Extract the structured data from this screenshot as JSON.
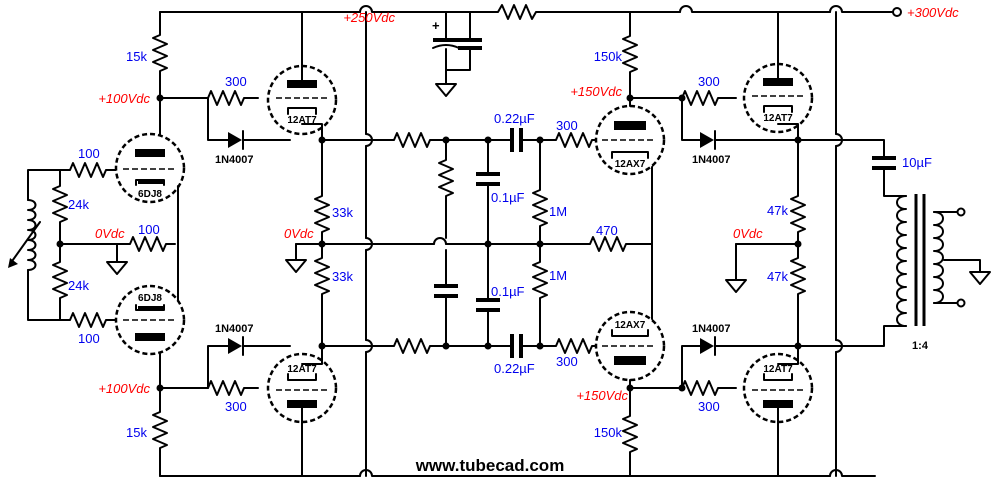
{
  "site_url": "www.tubecad.com",
  "supply": {
    "main": "+300Vdc",
    "driver_b_plus": "+250Vdc"
  },
  "voltages": {
    "input_cathode": "+100Vdc",
    "input_cathode_bottom": "+100Vdc",
    "pi_cathode": "+150Vdc",
    "pi_cathode_bottom": "+150Vdc",
    "zero_left": "0Vdc",
    "zero_mid": "0Vdc",
    "zero_right": "0Vdc"
  },
  "tubes": {
    "input_top": "6DJ8",
    "input_bottom": "6DJ8",
    "follower_tl": "12AT7",
    "follower_bl": "12AT7",
    "pi_top": "12AX7",
    "pi_bottom": "12AX7",
    "follower_tr": "12AT7",
    "follower_br": "12AT7"
  },
  "components": {
    "r_15k_top": "15k",
    "r_15k_bottom": "15k",
    "r_300_tl": "300",
    "r_300_bl": "300",
    "r_300_tr": "300",
    "r_300_br": "300",
    "r_100_top": "100",
    "r_100_mid": "100",
    "r_100_bottom": "100",
    "r_24k_top": "24k",
    "r_24k_bottom": "24k",
    "r_33k_top": "33k",
    "r_33k_bottom": "33k",
    "c_022_top": "0.22µF",
    "c_022_bottom": "0.22µF",
    "r_300_grid_top": "300",
    "r_300_grid_bottom": "300",
    "c_01_top": "0.1µF",
    "c_01_bottom": "0.1µF",
    "r_1m_top": "1M",
    "r_1m_bottom": "1M",
    "r_470": "470",
    "r_150k_top": "150k",
    "r_150k_bottom": "150k",
    "r_47k_top": "47k",
    "r_47k_bottom": "47k",
    "c_10uf": "10µF",
    "diode_tl": "1N4007",
    "diode_bl": "1N4007",
    "diode_tr": "1N4007",
    "diode_br": "1N4007",
    "transformer_ratio": "1:4",
    "cap_polarity": "+"
  }
}
